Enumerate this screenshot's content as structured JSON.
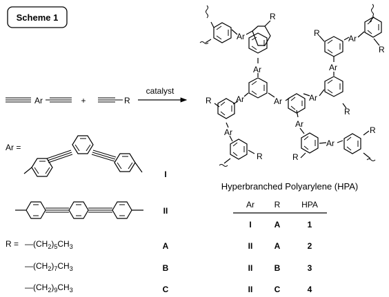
{
  "scheme_label": "Scheme 1",
  "reaction": {
    "reactant_1_ar": "Ar",
    "plus": "+",
    "reactant_2_r": "R",
    "arrow_label": "catalyst"
  },
  "ar_definition": {
    "prefix": "Ar =",
    "structure_I_label": "I",
    "structure_II_label": "II"
  },
  "r_definitions": {
    "prefix": "R =",
    "items": [
      {
        "dash": "—",
        "p1": "(CH",
        "sub1": "2",
        "p2": ")",
        "sub2": "5",
        "p3": "CH",
        "sub3": "3",
        "label": "A"
      },
      {
        "dash": "—",
        "p1": "(CH",
        "sub1": "2",
        "p2": ")",
        "sub2": "7",
        "p3": "CH",
        "sub3": "3",
        "label": "B"
      },
      {
        "dash": "—",
        "p1": "(CH",
        "sub1": "2",
        "p2": ")",
        "sub2": "9",
        "p3": "CH",
        "sub3": "3",
        "label": "C"
      }
    ]
  },
  "product": {
    "ar_label": "Ar",
    "r_label": "R",
    "caption": "Hyperbranched Polyarylene (HPA)"
  },
  "table": {
    "headers": [
      "Ar",
      "R",
      "HPA"
    ],
    "rows": [
      [
        "I",
        "A",
        "1"
      ],
      [
        "II",
        "A",
        "2"
      ],
      [
        "II",
        "B",
        "3"
      ],
      [
        "II",
        "C",
        "4"
      ]
    ]
  }
}
